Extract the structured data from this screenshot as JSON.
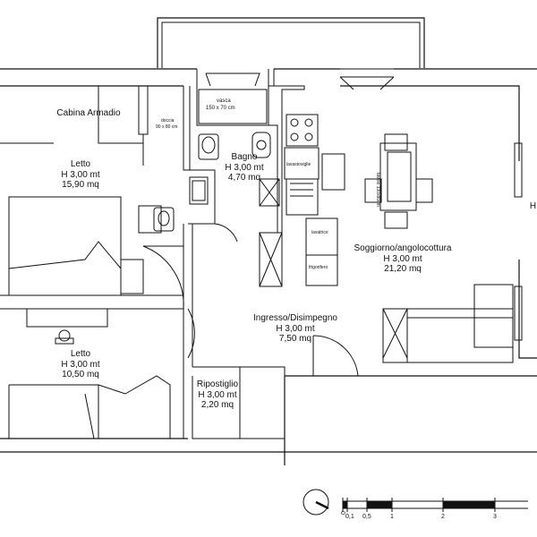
{
  "rooms": {
    "cabina": {
      "name": "Cabina Armadio"
    },
    "letto1": {
      "name": "Letto",
      "height": "H 3,00 mt",
      "area": "15,90 mq"
    },
    "letto2": {
      "name": "Letto",
      "height": "H 3,00 mt",
      "area": "10,50 mq"
    },
    "bagno": {
      "name": "Bagno",
      "height": "H 3,00 mt",
      "area": "4,70 mq"
    },
    "soggiorno": {
      "name": "Soggiorno/angolocottura",
      "height": "H 3,00 mt",
      "area": "21,20 mq"
    },
    "ingresso": {
      "name": "Ingresso/Disimpegno",
      "height": "H 3,00 mt",
      "area": "7,50 mq"
    },
    "ripostiglio": {
      "name": "Ripostiglio",
      "height": "H 3,00 mt",
      "area": "2,20 mq"
    },
    "edge": {
      "name": "H"
    }
  },
  "fixtures": {
    "vasca": "vasca",
    "vasca_size": "150 x 70 cm",
    "doccia": "doccia",
    "doccia_size": "90 x 80 cm",
    "lavastoviglie": "lavastoviglie",
    "lavatrice": "lavatrice",
    "frigorifero": "frigorifero",
    "tavolo": "tavolo 130x80cm"
  },
  "scale": {
    "ticks": [
      "0",
      "0,1",
      "0,5",
      "1",
      "2",
      "3"
    ]
  }
}
